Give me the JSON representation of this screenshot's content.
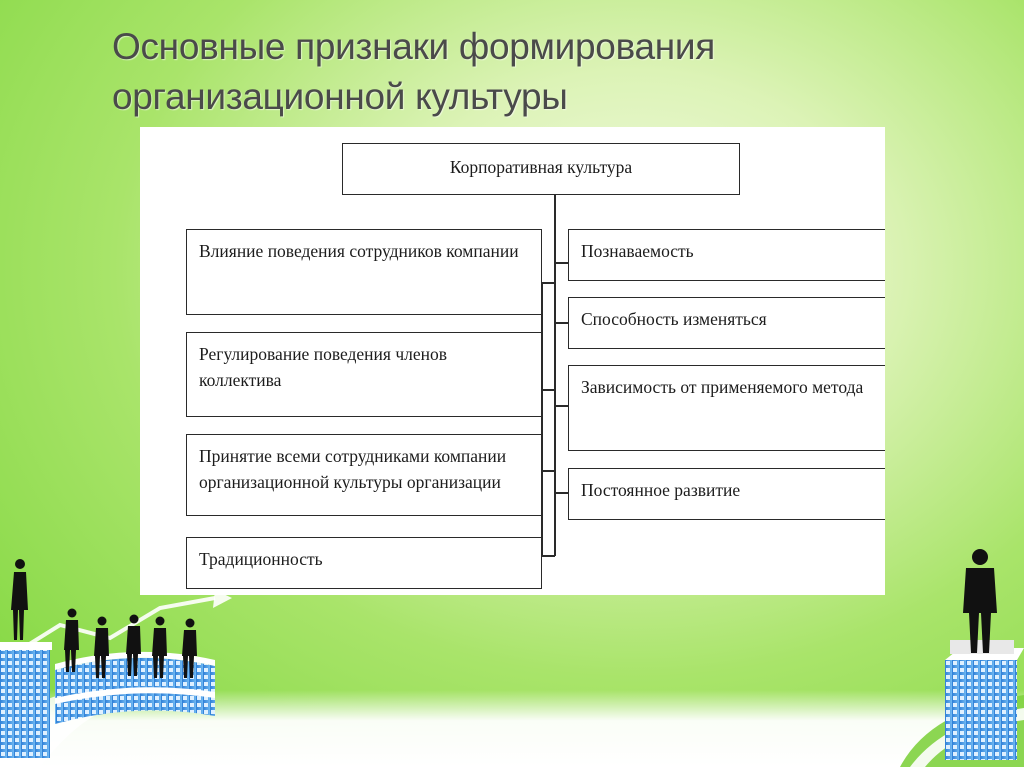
{
  "slide": {
    "title_line1": "Основные признаки формирования",
    "title_line2": "организационной культуры"
  },
  "diagram": {
    "root": "Корпоративная культура",
    "left": [
      "Влияние поведения сотрудников компании",
      "Регулирование поведения членов коллектива",
      "Принятие всеми сотрудниками компании организационной культуры организации",
      "Традиционность"
    ],
    "right": [
      "Познаваемость",
      "Способность изменяться",
      "Зависимость от применяемого метода",
      "Постоянное развитие"
    ]
  },
  "colors": {
    "background": "#8ddc48",
    "title": "#4a4a4a",
    "panel": "#ffffff",
    "building": "#3d8fe0"
  }
}
